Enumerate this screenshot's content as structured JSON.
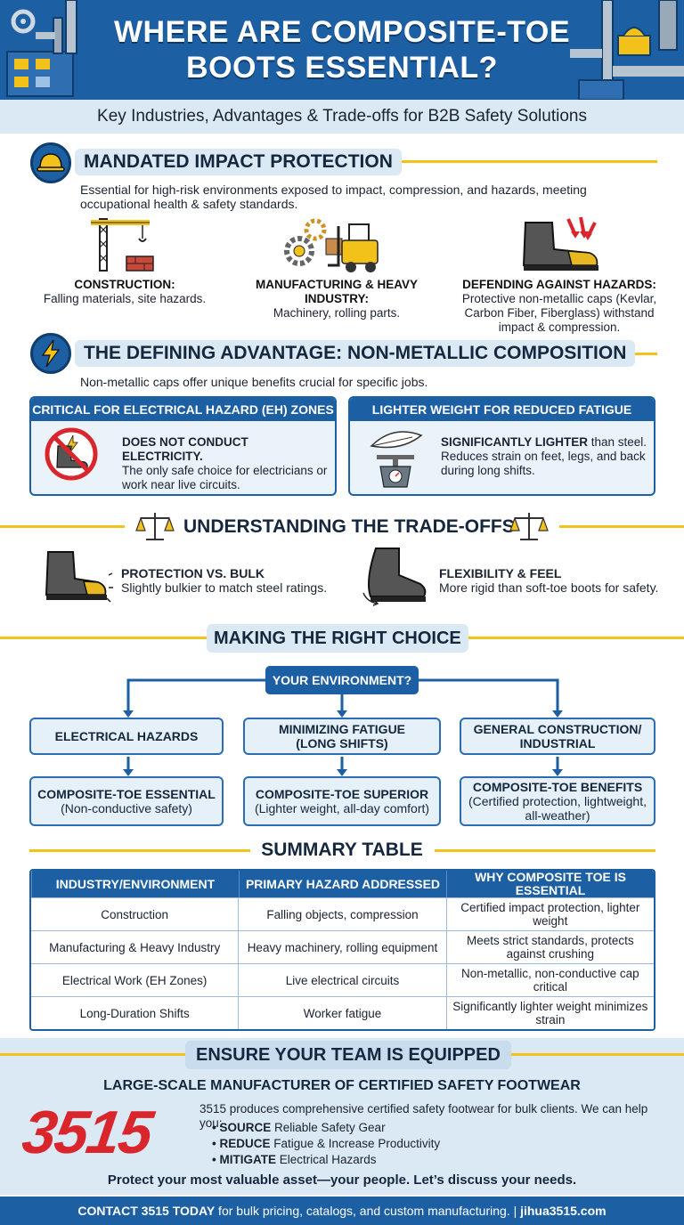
{
  "header": {
    "title_line1": "WHERE ARE COMPOSITE-TOE",
    "title_line2": "BOOTS ESSENTIAL?",
    "subtitle": "Key Industries, Advantages & Trade-offs for B2B Safety Solutions"
  },
  "mandated": {
    "heading": "MANDATED IMPACT PROTECTION",
    "intro": "Essential for high-risk environments exposed to impact, compression, and hazards, meeting occupational health & safety standards.",
    "items": [
      {
        "title": "CONSTRUCTION:",
        "desc": "Falling materials, site hazards."
      },
      {
        "title": "MANUFACTURING & HEAVY INDUSTRY:",
        "desc": "Machinery, rolling parts."
      },
      {
        "title": "DEFENDING AGAINST HAZARDS:",
        "desc": "Protective non-metallic caps (Kevlar, Carbon Fiber, Fiberglass) withstand impact & compression."
      }
    ]
  },
  "advantage": {
    "heading": "THE DEFINING ADVANTAGE: NON-METALLIC COMPOSITION",
    "intro": "Non-metallic caps offer unique benefits crucial for specific jobs.",
    "boxes": [
      {
        "bar": "CRITICAL FOR ELECTRICAL HAZARD (EH) ZONES",
        "bold": "DOES NOT CONDUCT ELECTRICITY.",
        "rest": "The only safe choice for electricians or work near live circuits."
      },
      {
        "bar": "LIGHTER WEIGHT FOR REDUCED FATIGUE",
        "bold": "SIGNIFICANTLY LIGHTER",
        "rest_inline": " than steel.",
        "rest": "Reduces strain on feet, legs, and back during long shifts."
      }
    ]
  },
  "tradeoffs": {
    "heading": "UNDERSTANDING THE TRADE-OFFS",
    "items": [
      {
        "title": "PROTECTION VS. BULK",
        "desc": "Slightly bulkier to match steel ratings."
      },
      {
        "title": "FLEXIBILITY & FEEL",
        "desc": "More rigid than soft-toe boots for safety."
      }
    ]
  },
  "choice": {
    "heading": "MAKING THE RIGHT CHOICE",
    "root": "YOUR ENVIRONMENT?",
    "branches": [
      {
        "question": "ELECTRICAL HAZARDS",
        "answer": "COMPOSITE-TOE ESSENTIAL",
        "detail": "(Non-conductive safety)"
      },
      {
        "question": "MINIMIZING FATIGUE (LONG SHIFTS)",
        "answer": "COMPOSITE-TOE SUPERIOR",
        "detail": "(Lighter weight, all-day comfort)"
      },
      {
        "question": "GENERAL CONSTRUCTION/ INDUSTRIAL",
        "answer": "COMPOSITE-TOE BENEFITS",
        "detail": "(Certified protection, lightweight, all-weather)"
      }
    ]
  },
  "summary": {
    "heading": "SUMMARY TABLE",
    "columns": [
      "INDUSTRY/ENVIRONMENT",
      "PRIMARY HAZARD ADDRESSED",
      "WHY COMPOSITE TOE IS ESSENTIAL"
    ],
    "rows": [
      [
        "Construction",
        "Falling objects, compression",
        "Certified impact protection, lighter weight"
      ],
      [
        "Manufacturing & Heavy Industry",
        "Heavy machinery, rolling equipment",
        "Meets strict standards, protects against crushing"
      ],
      [
        "Electrical Work (EH Zones)",
        "Live electrical circuits",
        "Non-metallic, non-conductive cap critical"
      ],
      [
        "Long-Duration Shifts",
        "Worker fatigue",
        "Significantly lighter weight minimizes strain"
      ]
    ]
  },
  "cta": {
    "heading": "ENSURE YOUR TEAM IS EQUIPPED",
    "subheading": "LARGE-SCALE MANUFACTURER OF CERTIFIED SAFETY FOOTWEAR",
    "logo": "3515",
    "intro": "3515 produces comprehensive certified safety footwear for bulk clients. We can help you:",
    "bullets": [
      {
        "bold": "SOURCE",
        "rest": " Reliable Safety Gear"
      },
      {
        "bold": "REDUCE",
        "rest": " Fatigue & Increase Productivity"
      },
      {
        "bold": "MITIGATE",
        "rest": " Electrical Hazards"
      }
    ],
    "closing": "Protect your most valuable asset—your people. Let’s discuss your needs."
  },
  "footer": {
    "bold": "CONTACT 3515 TODAY",
    "rest": " for bulk pricing, catalogs, and custom manufacturing. | ",
    "site": "jihua3515.com"
  },
  "colors": {
    "primary": "#1d5fa3",
    "accent": "#f2c21b",
    "light": "#dbe9f5",
    "logo_red": "#d9262c"
  }
}
